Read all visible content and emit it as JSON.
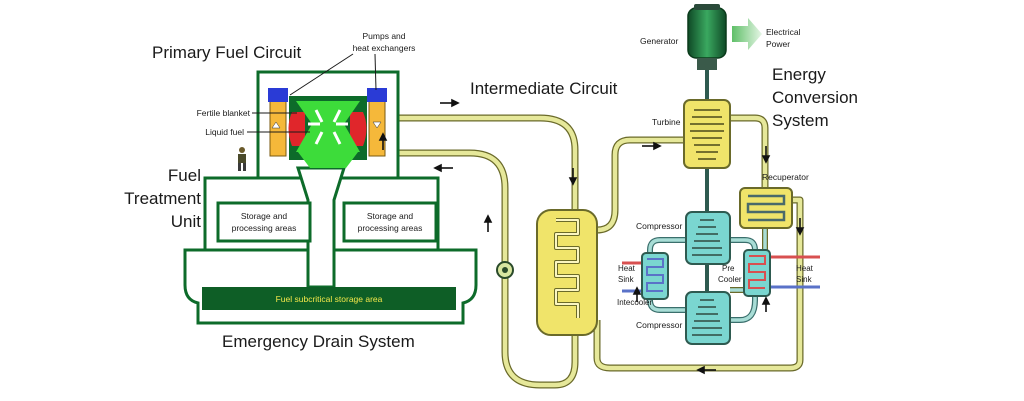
{
  "titles": {
    "primary_fuel_circuit": "Primary Fuel Circuit",
    "intermediate_circuit": "Intermediate Circuit",
    "energy_conversion_line1": "Energy",
    "energy_conversion_line2": "Conversion",
    "energy_conversion_line3": "System",
    "fuel_treatment_line1": "Fuel",
    "fuel_treatment_line2": "Treatment",
    "fuel_treatment_line3": "Unit",
    "emergency_drain": "Emergency Drain System"
  },
  "labels": {
    "pumps_line1": "Pumps and",
    "pumps_line2": "heat exchangers",
    "fertile_blanket": "Fertile blanket",
    "liquid_fuel": "Liquid fuel",
    "storage_left_line1": "Storage and",
    "storage_left_line2": "processing areas",
    "storage_right_line1": "Storage and",
    "storage_right_line2": "processing areas",
    "fuel_storage": "Fuel subcritical storage area",
    "generator": "Generator",
    "electrical_power_line1": "Electrical",
    "electrical_power_line2": "Power",
    "turbine": "Turbine",
    "recuperator": "Recuperator",
    "compressor_top": "Compressor",
    "compressor_bottom": "Compressor",
    "heat_sink_left_line1": "Heat",
    "heat_sink_left_line2": "Sink",
    "heat_sink_right_line1": "Heat",
    "heat_sink_right_line2": "Sink",
    "precooler_line1": "Pre",
    "precooler_line2": "Cooler",
    "intercooler": "Intecooler"
  },
  "colors": {
    "reactor_green": "#0d6b2a",
    "fuel_green": "#3ddc3a",
    "blanket_red": "#e0262b",
    "pump_blue": "#2a3bd6",
    "hx_orange": "#f5b83a",
    "pipe_yellow": "#e8e8a0",
    "pipe_edge": "#6a6a2a",
    "hx_yellow": "#f0e46a",
    "turbo_teal": "#7ad6d0",
    "generator_green": "#1e6b3a",
    "power_arrow": "#9ed8a0"
  }
}
